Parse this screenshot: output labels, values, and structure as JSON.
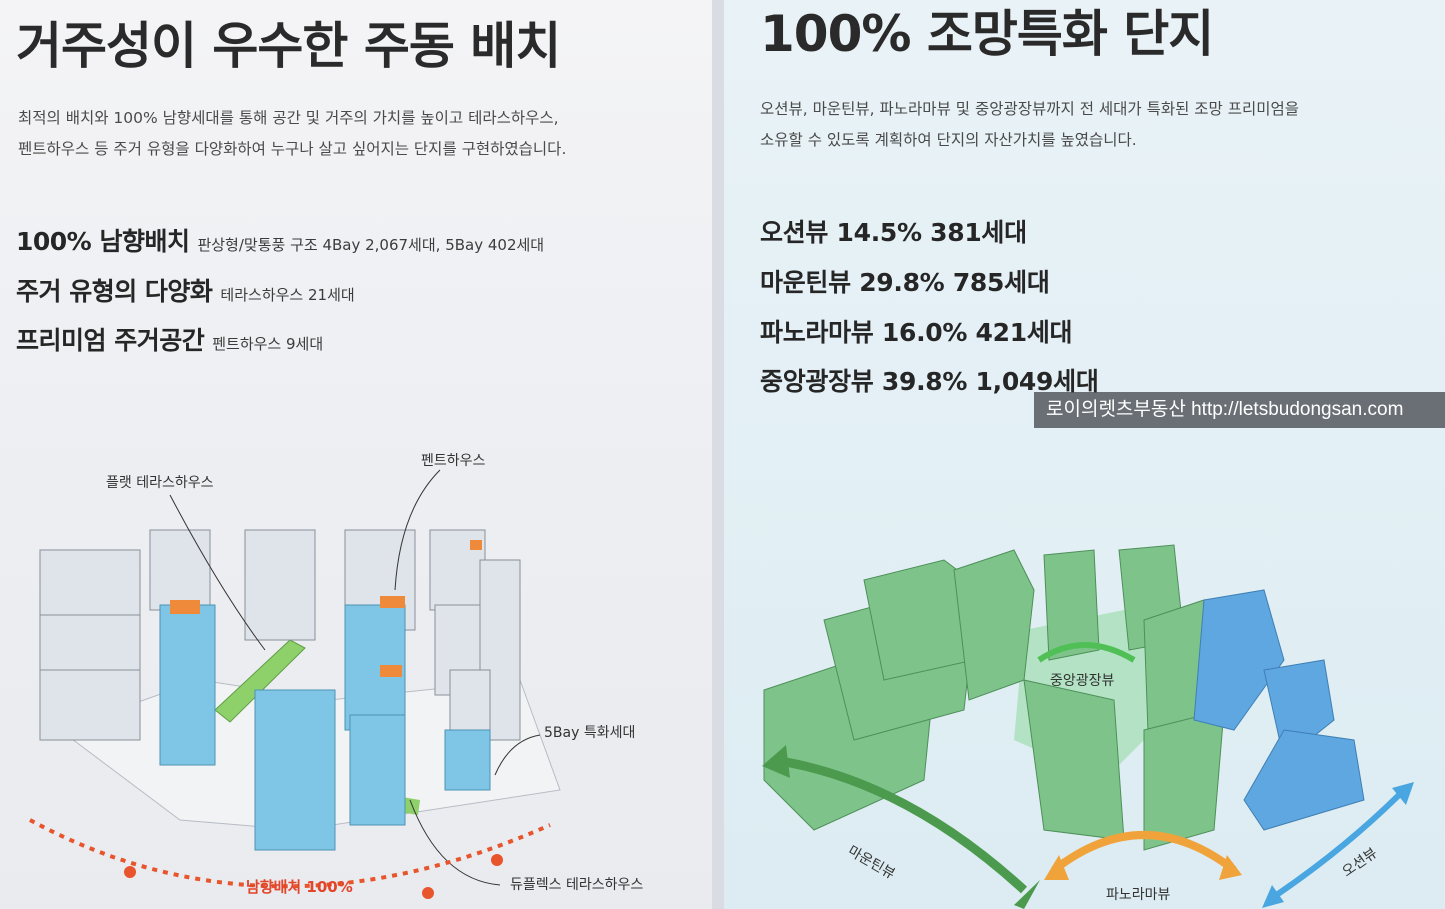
{
  "left": {
    "title": "거주성이 우수한 주동 배치",
    "desc_lines": [
      "최적의 배치와 100% 남향세대를 통해 공간 및 거주의 가치를 높이고 테라스하우스,",
      "펜트하우스 등 주거 유형을 다양화하여 누구나 살고 싶어지는 단지를 구현하였습니다."
    ],
    "features": [
      {
        "title": "100% 남향배치",
        "detail": "판상형/맞통풍 구조 4Bay 2,067세대, 5Bay 402세대"
      },
      {
        "title": "주거 유형의 다양화",
        "detail": "테라스하우스 21세대"
      },
      {
        "title": "프리미엄 주거공간",
        "detail": "펜트하우스 9세대"
      }
    ],
    "labels": {
      "flat_terrace": "플랫 테라스하우스",
      "penthouse": "펜트하우스",
      "five_bay": "5Bay 특화세대",
      "duplex_terrace": "듀플렉스 테라스하우스",
      "south_facing": "남향배치 100%"
    }
  },
  "right": {
    "title": "100% 조망특화 단지",
    "desc_lines": [
      "오션뷰, 마운틴뷰, 파노라마뷰 및 중앙광장뷰까지 전 세대가 특화된 조망 프리미엄을",
      "소유할 수 있도록 계획하여 단지의 자산가치를 높였습니다."
    ],
    "views": [
      {
        "text": "오션뷰 14.5%  381세대"
      },
      {
        "text": "마운틴뷰 29.8% 785세대"
      },
      {
        "text": "파노라마뷰 16.0% 421세대"
      },
      {
        "text": "중앙광장뷰 39.8% 1,049세대"
      }
    ],
    "watermark": "로이의렛츠부동산 http://letsbudongsan.com",
    "labels": {
      "central_plaza": "중앙광장뷰",
      "mountain": "마운틴뷰",
      "panorama": "파노라마뷰",
      "ocean": "오션뷰"
    }
  },
  "colors": {
    "south_arc": "#e8542c",
    "mountain_arrow": "#4c9a4e",
    "panorama_arrow": "#f0a33b",
    "ocean_arrow": "#4aa6e0",
    "tower_blue": "#7fc6e6",
    "tower_green": "#7ec48a",
    "accent_orange": "#ee8a3a"
  }
}
